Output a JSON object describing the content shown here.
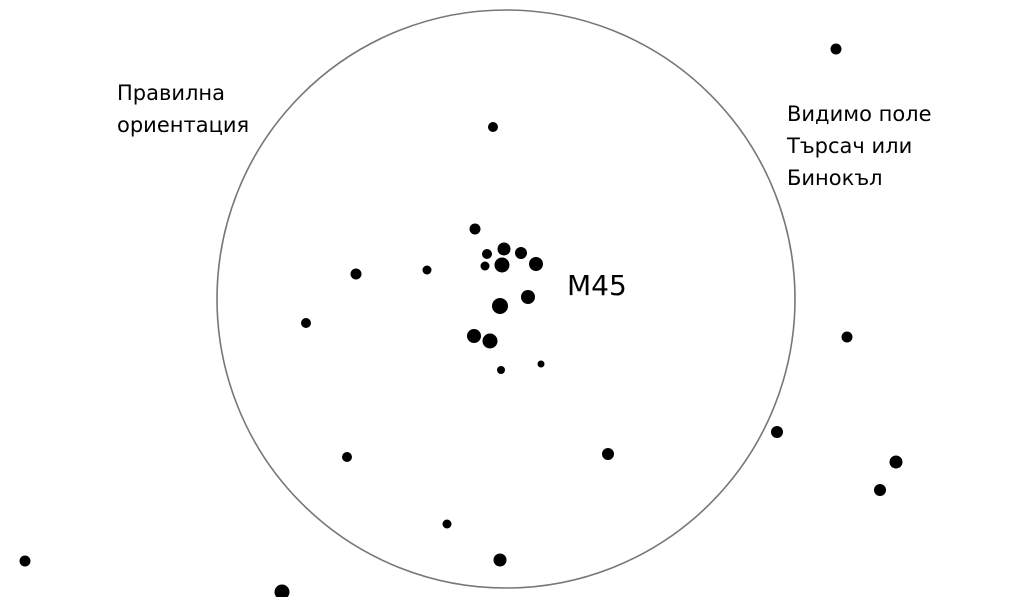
{
  "labels": {
    "orientation": [
      "Правилна",
      "ориентация"
    ],
    "field_of_view": [
      "Видимо поле",
      "Търсач или",
      "Бинокъл"
    ],
    "object": "M45"
  },
  "colors": {
    "background": "#ffffff",
    "stars": "#000000",
    "circle": "#777777"
  }
}
